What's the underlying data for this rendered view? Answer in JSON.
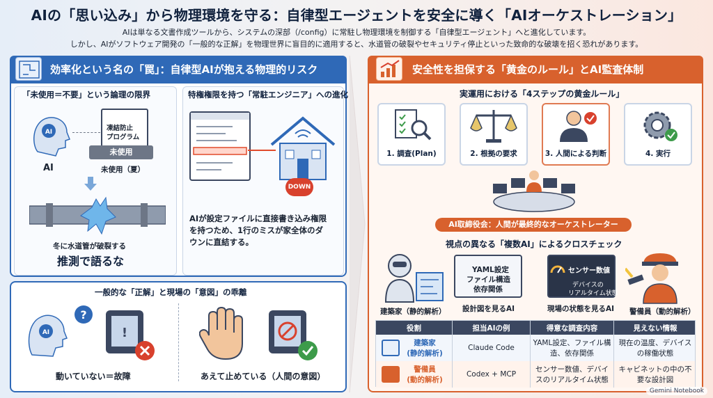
{
  "header": {
    "title": "AIの「思い込み」から物理環境を守る：自律型エージェントを安全に導く「AIオーケストレーション」",
    "subtitle_line1": "AIは単なる文書作成ツールから、システムの深部（/config）に常駐し物理環境を制御する「自律型エージェント」へと進化しています。",
    "subtitle_line2": "しかし、AIがソフトウェア開発の「一般的な正解」を物理世界に盲目的に適用すると、水道管の破裂やセキュリティ停止といった致命的な破壊を招く恐れがあります。"
  },
  "left": {
    "header": "効率化という名の「罠」：自律型AIが抱える物理的リスク",
    "sub1": {
      "heading": "「未使用＝不要」という論理の限界",
      "ai_label": "AI",
      "program_label_line1": "凍結防止",
      "program_label_line2": "プログラム",
      "unused_badge": "未使用",
      "unused_caption": "未使用（夏）",
      "pipe_caption": "冬に水道管が破裂する",
      "slogan": "推測で語るな"
    },
    "sub2": {
      "heading": "特権権限を持つ「常駐エンジニア」への進化",
      "down_label": "DOWN",
      "body_line1": "AIが設定ファイルに直接書き込み権限",
      "body_line2": "を持つため、1行のミスが家全体のダ",
      "body_line3": "ウンに直結する。"
    },
    "bottom": {
      "heading": "一般的な「正解」と現場の「意図」の乖離",
      "caption_left": "動いていない＝故障",
      "caption_right": "あえて止めている（人間の意図）"
    }
  },
  "right": {
    "header": "安全性を担保する「黄金のルール」とAI監査体制",
    "steps_heading": "実運用における「4ステップの黄金ルール」",
    "steps": [
      {
        "label": "1. 調査(Plan)"
      },
      {
        "label": "2. 根拠の要求"
      },
      {
        "label": "3. 人間による判断"
      },
      {
        "label": "4. 実行"
      }
    ],
    "board_pill": "AI取締役会：人間が最終的なオーケストレーター",
    "crosscheck_heading": "視点の異なる「複数AI」によるクロスチェック",
    "architect_label": "建築家（静的解析）",
    "yaml_box": [
      "YAML設定",
      "ファイル構造",
      "依存関係"
    ],
    "yaml_caption": "設計図を見るAI",
    "sensor_box": [
      "センサー数値",
      "デバイスの",
      "リアルタイム状態"
    ],
    "sensor_caption": "現場の状態を見るAI",
    "guard_label": "警備員（動的解析）",
    "table": {
      "headers": [
        "役割",
        "担当AIの例",
        "得意な調査内容",
        "見えない情報"
      ],
      "rows": [
        {
          "role_line1": "建築家",
          "role_line2": "(静的解析)",
          "ai": "Claude Code",
          "strength": "YAML設定、ファイル構造、依存関係",
          "blind": "現在の温度、デバイスの稼働状態"
        },
        {
          "role_line1": "警備員",
          "role_line2": "(動的解析)",
          "ai": "Codex + MCP",
          "strength": "センサー数値、デバイスのリアルタイム状態",
          "blind": "キャビネットの中の不要な設計図"
        }
      ]
    }
  },
  "footer": {
    "badge": "Gemini Notebook"
  },
  "colors": {
    "blue": "#2f69b7",
    "orange": "#d8612d",
    "navy": "#10213d"
  }
}
